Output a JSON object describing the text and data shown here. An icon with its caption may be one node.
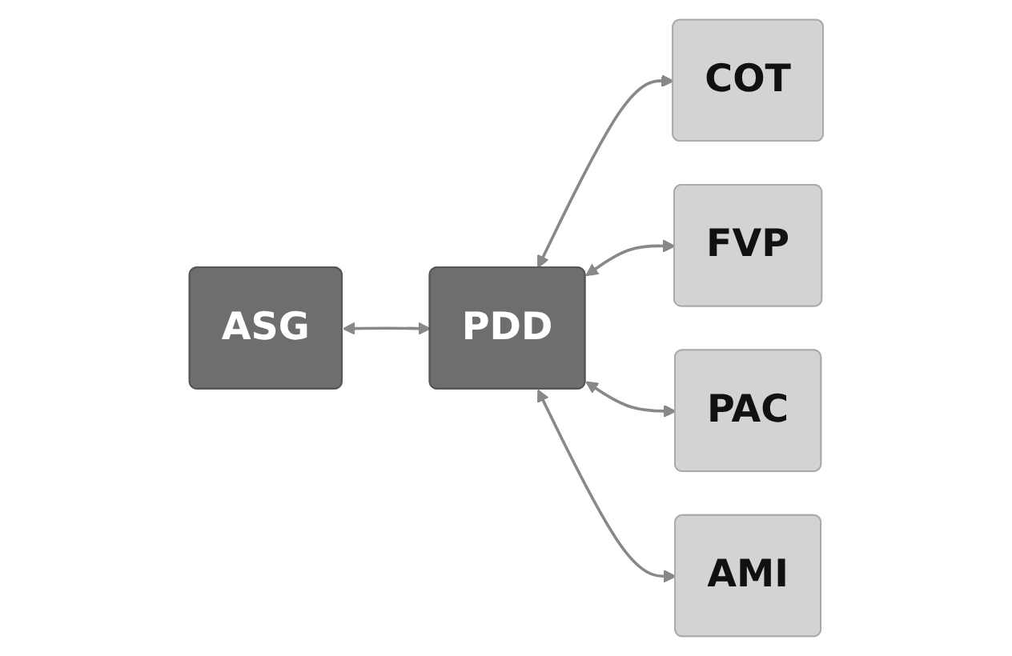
{
  "diagram": {
    "nodes": [
      {
        "text": [
          "COT"
        ]
      },
      {
        "text": [
          "FVP"
        ]
      },
      {
        "text": [
          "ASG"
        ]
      },
      {
        "text": [
          "PDD"
        ]
      },
      {
        "text": [
          "PAC"
        ]
      },
      {
        "text": [
          "AMI"
        ]
      }
    ],
    "edges": [
      {
        "from": 2,
        "to": 3,
        "arrow": "both"
      },
      {
        "from": 3,
        "to": 0,
        "arrow": "both"
      },
      {
        "from": 3,
        "to": 1,
        "arrow": "both"
      },
      {
        "from": 3,
        "to": 4,
        "arrow": "both"
      },
      {
        "from": 3,
        "to": 5,
        "arrow": "both"
      }
    ]
  }
}
